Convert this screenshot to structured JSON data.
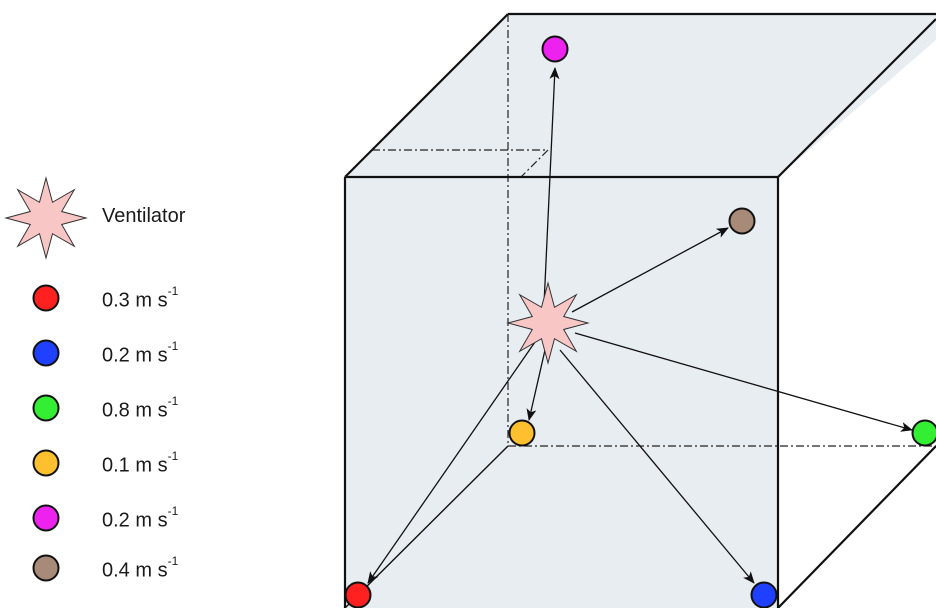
{
  "legend": {
    "ventilator_label": "Ventilator",
    "items": [
      {
        "value": "0.3",
        "unit": "m s",
        "exponent": "-1",
        "color": "#ff2020"
      },
      {
        "value": "0.2",
        "unit": "m s",
        "exponent": "-1",
        "color": "#2040ff"
      },
      {
        "value": "0.8",
        "unit": "m s",
        "exponent": "-1",
        "color": "#33ee33"
      },
      {
        "value": "0.1",
        "unit": "m s",
        "exponent": "-1",
        "color": "#ffc030"
      },
      {
        "value": "0.2",
        "unit": "m s",
        "exponent": "-1",
        "color": "#ee22ee"
      },
      {
        "value": "0.4",
        "unit": "m s",
        "exponent": "-1",
        "color": "#a88a78"
      }
    ]
  },
  "colors": {
    "ventilator_fill": "#f9c6c6",
    "room_fill": "#e8edf2",
    "edge": "#111111"
  },
  "room": {
    "sensors": [
      {
        "speed": "0.3 m s-1",
        "color": "#ff2020"
      },
      {
        "speed": "0.2 m s-1",
        "color": "#2040ff"
      },
      {
        "speed": "0.8 m s-1",
        "color": "#33ee33"
      },
      {
        "speed": "0.1 m s-1",
        "color": "#ffc030"
      },
      {
        "speed": "0.2 m s-1",
        "color": "#ee22ee"
      },
      {
        "speed": "0.4 m s-1",
        "color": "#a88a78"
      }
    ]
  }
}
